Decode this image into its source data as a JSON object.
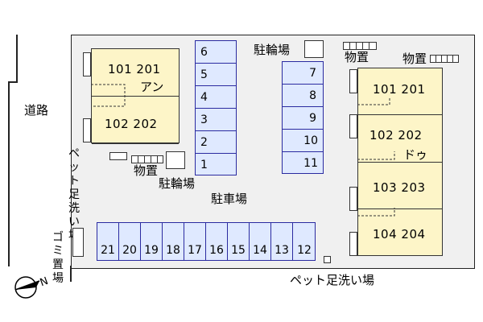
{
  "labels": {
    "road": "道路",
    "parking": "駐車場",
    "bike_top": "駐輪場",
    "bike_left": "駐輪場",
    "storage_top": "物置",
    "storage_right": "物置",
    "storage_left": "物置",
    "pet_wash_left": "ペット足洗い場",
    "pet_wash_bottom": "ペット足洗い場",
    "garbage": "ゴミ置場",
    "north": "N"
  },
  "building_left": {
    "name": "アン",
    "units": [
      "101 201",
      "102 202"
    ]
  },
  "building_right": {
    "name": "ドゥ",
    "units": [
      "101 201",
      "102 202",
      "103 203",
      "104 204"
    ]
  },
  "parking_col_a": [
    "6",
    "5",
    "4",
    "3",
    "2",
    "1"
  ],
  "parking_col_b": [
    "7",
    "8",
    "9",
    "10",
    "11"
  ],
  "parking_row": [
    "21",
    "20",
    "19",
    "18",
    "17",
    "16",
    "15",
    "14",
    "13",
    "12"
  ],
  "colors": {
    "building": "#fdf5c8",
    "parking": "#dfe9ff",
    "parking_border": "#2a2aa0",
    "site": "#f0f0f0"
  }
}
